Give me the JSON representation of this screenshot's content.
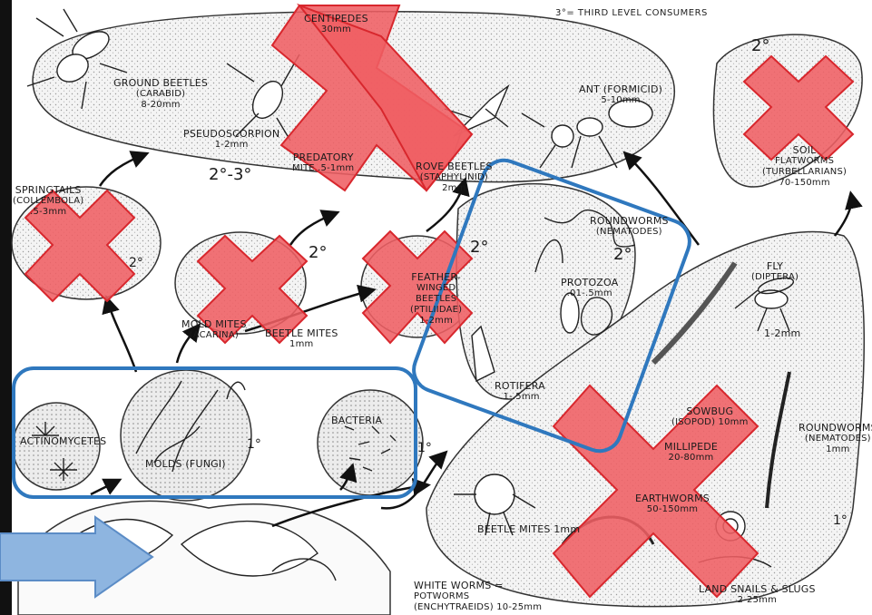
{
  "header": {
    "text": "3°= THIRD LEVEL CONSUMERS"
  },
  "levels": {
    "l1_a": "1°",
    "l1_b": "1°",
    "l1_c": "1°",
    "l2_a": "2°",
    "l2_b": "2°",
    "l2_c": "2°",
    "l2_d": "2°",
    "l2_e": "2°",
    "l23": "2°-3°"
  },
  "organisms": [
    {
      "name": "CENTIPEDES",
      "size": "30mm",
      "crossed": true
    },
    {
      "name": "GROUND BEETLES (CARABID)",
      "size": "8-20mm",
      "crossed": false
    },
    {
      "name": "PSEUDOSCORPION",
      "size": "1-2mm",
      "crossed": false
    },
    {
      "name": "PREDATORY MITE",
      "size": ".5-1mm",
      "crossed": true
    },
    {
      "name": "ROVE BEETLES (STAPHYLINID)",
      "size": "2mm",
      "crossed": true
    },
    {
      "name": "ANT (FORMICID)",
      "size": "5-10mm",
      "crossed": false
    },
    {
      "name": "SOIL FLATWORMS (TURBELLARIANS)",
      "size": "70-150mm",
      "crossed": true
    },
    {
      "name": "SPRINGTAILS (COLLEMBOLA)",
      "size": ".5-3mm",
      "crossed": true
    },
    {
      "name": "MOLD MITES (ACARINA)",
      "size": "",
      "crossed": true
    },
    {
      "name": "BEETLE MITES",
      "size": "1mm",
      "crossed": false
    },
    {
      "name": "FEATHER-WINGED BEETLES (PTILIIDAE)",
      "size": "1-2mm",
      "crossed": true
    },
    {
      "name": "ROUNDWORMS (NEMATODES)",
      "size": "",
      "crossed": false
    },
    {
      "name": "PROTOZOA",
      "size": ".01-.5mm",
      "crossed": false
    },
    {
      "name": "ROTIFERA",
      "size": ".1-.5mm",
      "crossed": false
    },
    {
      "name": "FLY (DIPTERA)",
      "size": "1-2mm",
      "crossed": false
    },
    {
      "name": "SOWBUG (ISOPOD)",
      "size": "10mm",
      "crossed": true
    },
    {
      "name": "MILLIPEDE",
      "size": "20-80mm",
      "crossed": true
    },
    {
      "name": "EARTHWORMS",
      "size": "50-150mm",
      "crossed": true
    },
    {
      "name": "ROUNDWORMS (NEMATODES)",
      "size": "1mm",
      "crossed": false
    },
    {
      "name": "BEETLE MITES",
      "size": "1mm",
      "crossed": false
    },
    {
      "name": "WHITE WORMS = POTWORMS (ENCHYTRAEIDS)",
      "size": "10-25mm",
      "crossed": false
    },
    {
      "name": "LAND SNAILS & SLUGS",
      "size": "2-25mm",
      "crossed": false
    },
    {
      "name": "ACTINOMYCETES",
      "size": "",
      "crossed": false
    },
    {
      "name": "MOLDS (FUNGI)",
      "size": "",
      "crossed": false
    },
    {
      "name": "BACTERIA",
      "size": "",
      "crossed": false
    }
  ],
  "labels": {
    "centipedes": "CENTIPEDES",
    "centipedes_size": "30mm",
    "ground_beetles": "GROUND BEETLES",
    "ground_beetles_b": "(CARABID)",
    "ground_beetles_size": "8-20mm",
    "pseudoscorpion": "PSEUDOSCORPION",
    "pseudoscorpion_size": "1-2mm",
    "predatory_mite": "PREDATORY",
    "predatory_mite_b": "MITE .5-1mm",
    "rove_beetles": "ROVE BEETLES",
    "rove_beetles_b": "(STAPHYLINID)",
    "rove_beetles_size": "2mm",
    "ant": "ANT (FORMICID)",
    "ant_size": "5-10mm",
    "flatworms_a": "SOIL",
    "flatworms_b": "FLATWORMS",
    "flatworms_c": "(TURBELLARIANS)",
    "flatworms_size": "70-150mm",
    "springtails": "SPRINGTAILS",
    "springtails_b": "(COLLEMBOLA)",
    "springtails_size": ".5-3mm",
    "mold_mites": "MOLD MITES",
    "mold_mites_b": "(ACARINA)",
    "beetle_mites_1": "BEETLE MITES",
    "beetle_mites_1_size": "1mm",
    "feather_a": "FEATHER-",
    "feather_b": "WINGED",
    "feather_c": "BEETLES",
    "feather_d": "(PTILIIDAE)",
    "feather_size": "1-2mm",
    "roundworms_top": "ROUNDWORMS",
    "roundworms_top_b": "(NEMATODES)",
    "protozoa": "PROTOZOA",
    "protozoa_size": ".01-.5mm",
    "rotifera": "ROTIFERA",
    "rotifera_size": ".1-.5mm",
    "fly": "FLY",
    "fly_b": "(DIPTERA)",
    "fly_size": "1-2mm",
    "sowbug": "SOWBUG",
    "sowbug_b": "(ISOPOD) 10mm",
    "millipede": "MILLIPEDE",
    "millipede_size": "20-80mm",
    "earthworms": "EARTHWORMS",
    "earthworms_size": "50-150mm",
    "roundworms_right": "ROUNDWORMS",
    "roundworms_right_b": "(NEMATODES)",
    "roundworms_right_size": "1mm",
    "beetle_mites_2": "BEETLE MITES 1mm",
    "white_worms": "WHITE WORMS =",
    "white_worms_b": "POTWORMS",
    "white_worms_c": "(ENCHYTRAEIDS) 10-25mm",
    "snails": "LAND SNAILS & SLUGS",
    "snails_size": "2-25mm",
    "actinomycetes": "ACTINOMYCETES",
    "molds": "MOLDS (FUNGI)",
    "bacteria": "BACTERIA"
  },
  "annotation_colors": {
    "cross_fill": "#ef5f63",
    "cross_stroke": "#d8272d",
    "highlight_box": "#2f78be",
    "arrow_fill": "#8eb5e0",
    "arrow_stroke": "#5b8cc6"
  }
}
